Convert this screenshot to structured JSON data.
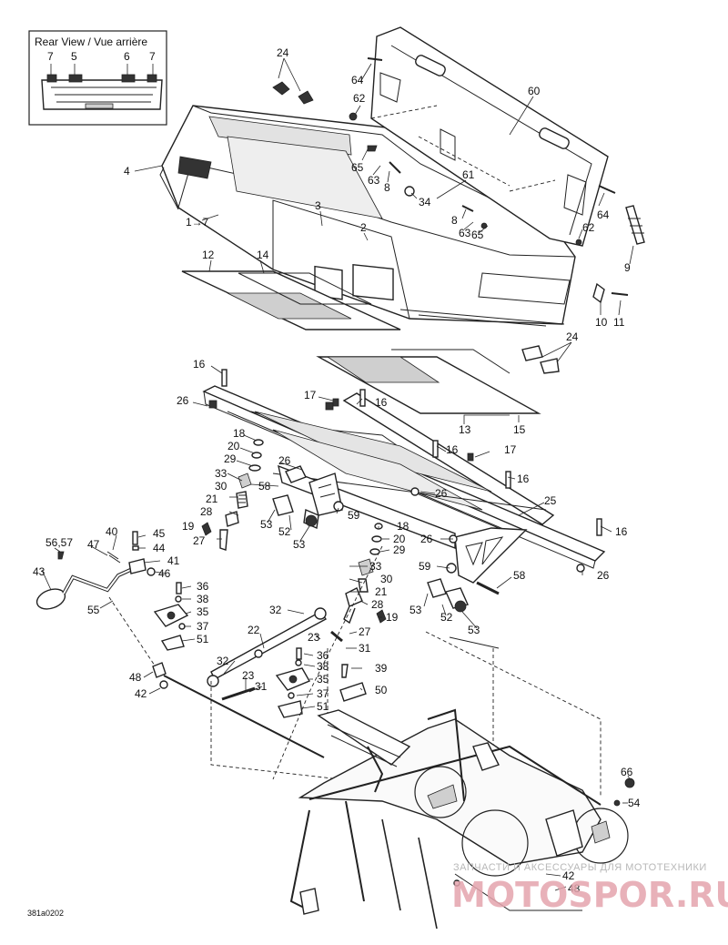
{
  "inset": {
    "title": "Rear View / Vue arrière",
    "labels": [
      "7",
      "5",
      "6",
      "7"
    ]
  },
  "callouts": [
    {
      "id": "c-24a",
      "text": "24"
    },
    {
      "id": "c-60",
      "text": "60"
    },
    {
      "id": "c-64a",
      "text": "64"
    },
    {
      "id": "c-62a",
      "text": "62"
    },
    {
      "id": "c-4",
      "text": "4"
    },
    {
      "id": "c-65a",
      "text": "65"
    },
    {
      "id": "c-63a",
      "text": "63"
    },
    {
      "id": "c-8a",
      "text": "8"
    },
    {
      "id": "c-61",
      "text": "61"
    },
    {
      "id": "c-34",
      "text": "34"
    },
    {
      "id": "c-3",
      "text": "3"
    },
    {
      "id": "c-2",
      "text": "2"
    },
    {
      "id": "c-1to7",
      "text": "1→7"
    },
    {
      "id": "c-8b",
      "text": "8"
    },
    {
      "id": "c-63b",
      "text": "63"
    },
    {
      "id": "c-65b",
      "text": "65"
    },
    {
      "id": "c-64b",
      "text": "64"
    },
    {
      "id": "c-62b",
      "text": "62"
    },
    {
      "id": "c-9",
      "text": "9"
    },
    {
      "id": "c-12",
      "text": "12"
    },
    {
      "id": "c-14",
      "text": "14"
    },
    {
      "id": "c-10",
      "text": "10"
    },
    {
      "id": "c-11",
      "text": "11"
    },
    {
      "id": "c-24b",
      "text": "24"
    },
    {
      "id": "c-16a",
      "text": "16"
    },
    {
      "id": "c-26a",
      "text": "26"
    },
    {
      "id": "c-17a",
      "text": "17"
    },
    {
      "id": "c-16b",
      "text": "16"
    },
    {
      "id": "c-13",
      "text": "13"
    },
    {
      "id": "c-15",
      "text": "15"
    },
    {
      "id": "c-18a",
      "text": "18"
    },
    {
      "id": "c-20a",
      "text": "20"
    },
    {
      "id": "c-16c",
      "text": "16"
    },
    {
      "id": "c-17b",
      "text": "17"
    },
    {
      "id": "c-29a",
      "text": "29"
    },
    {
      "id": "c-26b",
      "text": "26"
    },
    {
      "id": "c-33a",
      "text": "33"
    },
    {
      "id": "c-58a",
      "text": "58"
    },
    {
      "id": "c-16d",
      "text": "16"
    },
    {
      "id": "c-30a",
      "text": "30"
    },
    {
      "id": "c-26c",
      "text": "26"
    },
    {
      "id": "c-21a",
      "text": "21"
    },
    {
      "id": "c-25",
      "text": "25"
    },
    {
      "id": "c-28a",
      "text": "28"
    },
    {
      "id": "c-59a",
      "text": "59"
    },
    {
      "id": "c-53a",
      "text": "53"
    },
    {
      "id": "c-52a",
      "text": "52"
    },
    {
      "id": "c-19a",
      "text": "19"
    },
    {
      "id": "c-18b",
      "text": "18"
    },
    {
      "id": "c-16e",
      "text": "16"
    },
    {
      "id": "c-27a",
      "text": "27"
    },
    {
      "id": "c-53b",
      "text": "53"
    },
    {
      "id": "c-20b",
      "text": "20"
    },
    {
      "id": "c-26d",
      "text": "26"
    },
    {
      "id": "c-29b",
      "text": "29"
    },
    {
      "id": "c-40",
      "text": "40"
    },
    {
      "id": "c-45",
      "text": "45"
    },
    {
      "id": "c-5657",
      "text": "56,57"
    },
    {
      "id": "c-47",
      "text": "47"
    },
    {
      "id": "c-44",
      "text": "44"
    },
    {
      "id": "c-41",
      "text": "41"
    },
    {
      "id": "c-33b",
      "text": "33"
    },
    {
      "id": "c-43",
      "text": "43"
    },
    {
      "id": "c-46",
      "text": "46"
    },
    {
      "id": "c-30b",
      "text": "30"
    },
    {
      "id": "c-58b",
      "text": "58"
    },
    {
      "id": "c-26e",
      "text": "26"
    },
    {
      "id": "c-59b",
      "text": "59"
    },
    {
      "id": "c-21b",
      "text": "21"
    },
    {
      "id": "c-36a",
      "text": "36"
    },
    {
      "id": "c-38a",
      "text": "38"
    },
    {
      "id": "c-53c",
      "text": "53"
    },
    {
      "id": "c-55",
      "text": "55"
    },
    {
      "id": "c-35a",
      "text": "35"
    },
    {
      "id": "c-28b",
      "text": "28"
    },
    {
      "id": "c-32a",
      "text": "32"
    },
    {
      "id": "c-19b",
      "text": "19"
    },
    {
      "id": "c-52b",
      "text": "52"
    },
    {
      "id": "c-37a",
      "text": "37"
    },
    {
      "id": "c-53d",
      "text": "53"
    },
    {
      "id": "c-22",
      "text": "22"
    },
    {
      "id": "c-27b",
      "text": "27"
    },
    {
      "id": "c-51a",
      "text": "51"
    },
    {
      "id": "c-23a",
      "text": "23"
    },
    {
      "id": "c-31a",
      "text": "31"
    },
    {
      "id": "c-32b",
      "text": "32"
    },
    {
      "id": "c-36b",
      "text": "36"
    },
    {
      "id": "c-38b",
      "text": "38"
    },
    {
      "id": "c-39",
      "text": "39"
    },
    {
      "id": "c-48a",
      "text": "48"
    },
    {
      "id": "c-23b",
      "text": "23"
    },
    {
      "id": "c-35b",
      "text": "35"
    },
    {
      "id": "c-31b",
      "text": "31"
    },
    {
      "id": "c-42a",
      "text": "42"
    },
    {
      "id": "c-37b",
      "text": "37"
    },
    {
      "id": "c-50",
      "text": "50"
    },
    {
      "id": "c-51b",
      "text": "51"
    },
    {
      "id": "c-66",
      "text": "66"
    },
    {
      "id": "c-54",
      "text": "54"
    },
    {
      "id": "c-42b",
      "text": "42"
    },
    {
      "id": "c-48b",
      "text": "48"
    }
  ],
  "drawing_code": "381a0202",
  "watermark": {
    "line1": "ЗАПЧАСТИ И АКСЕССУАРЫ ДЛЯ МОТОТЕХНИКИ",
    "line2": "MOTOSPOR.RU"
  }
}
